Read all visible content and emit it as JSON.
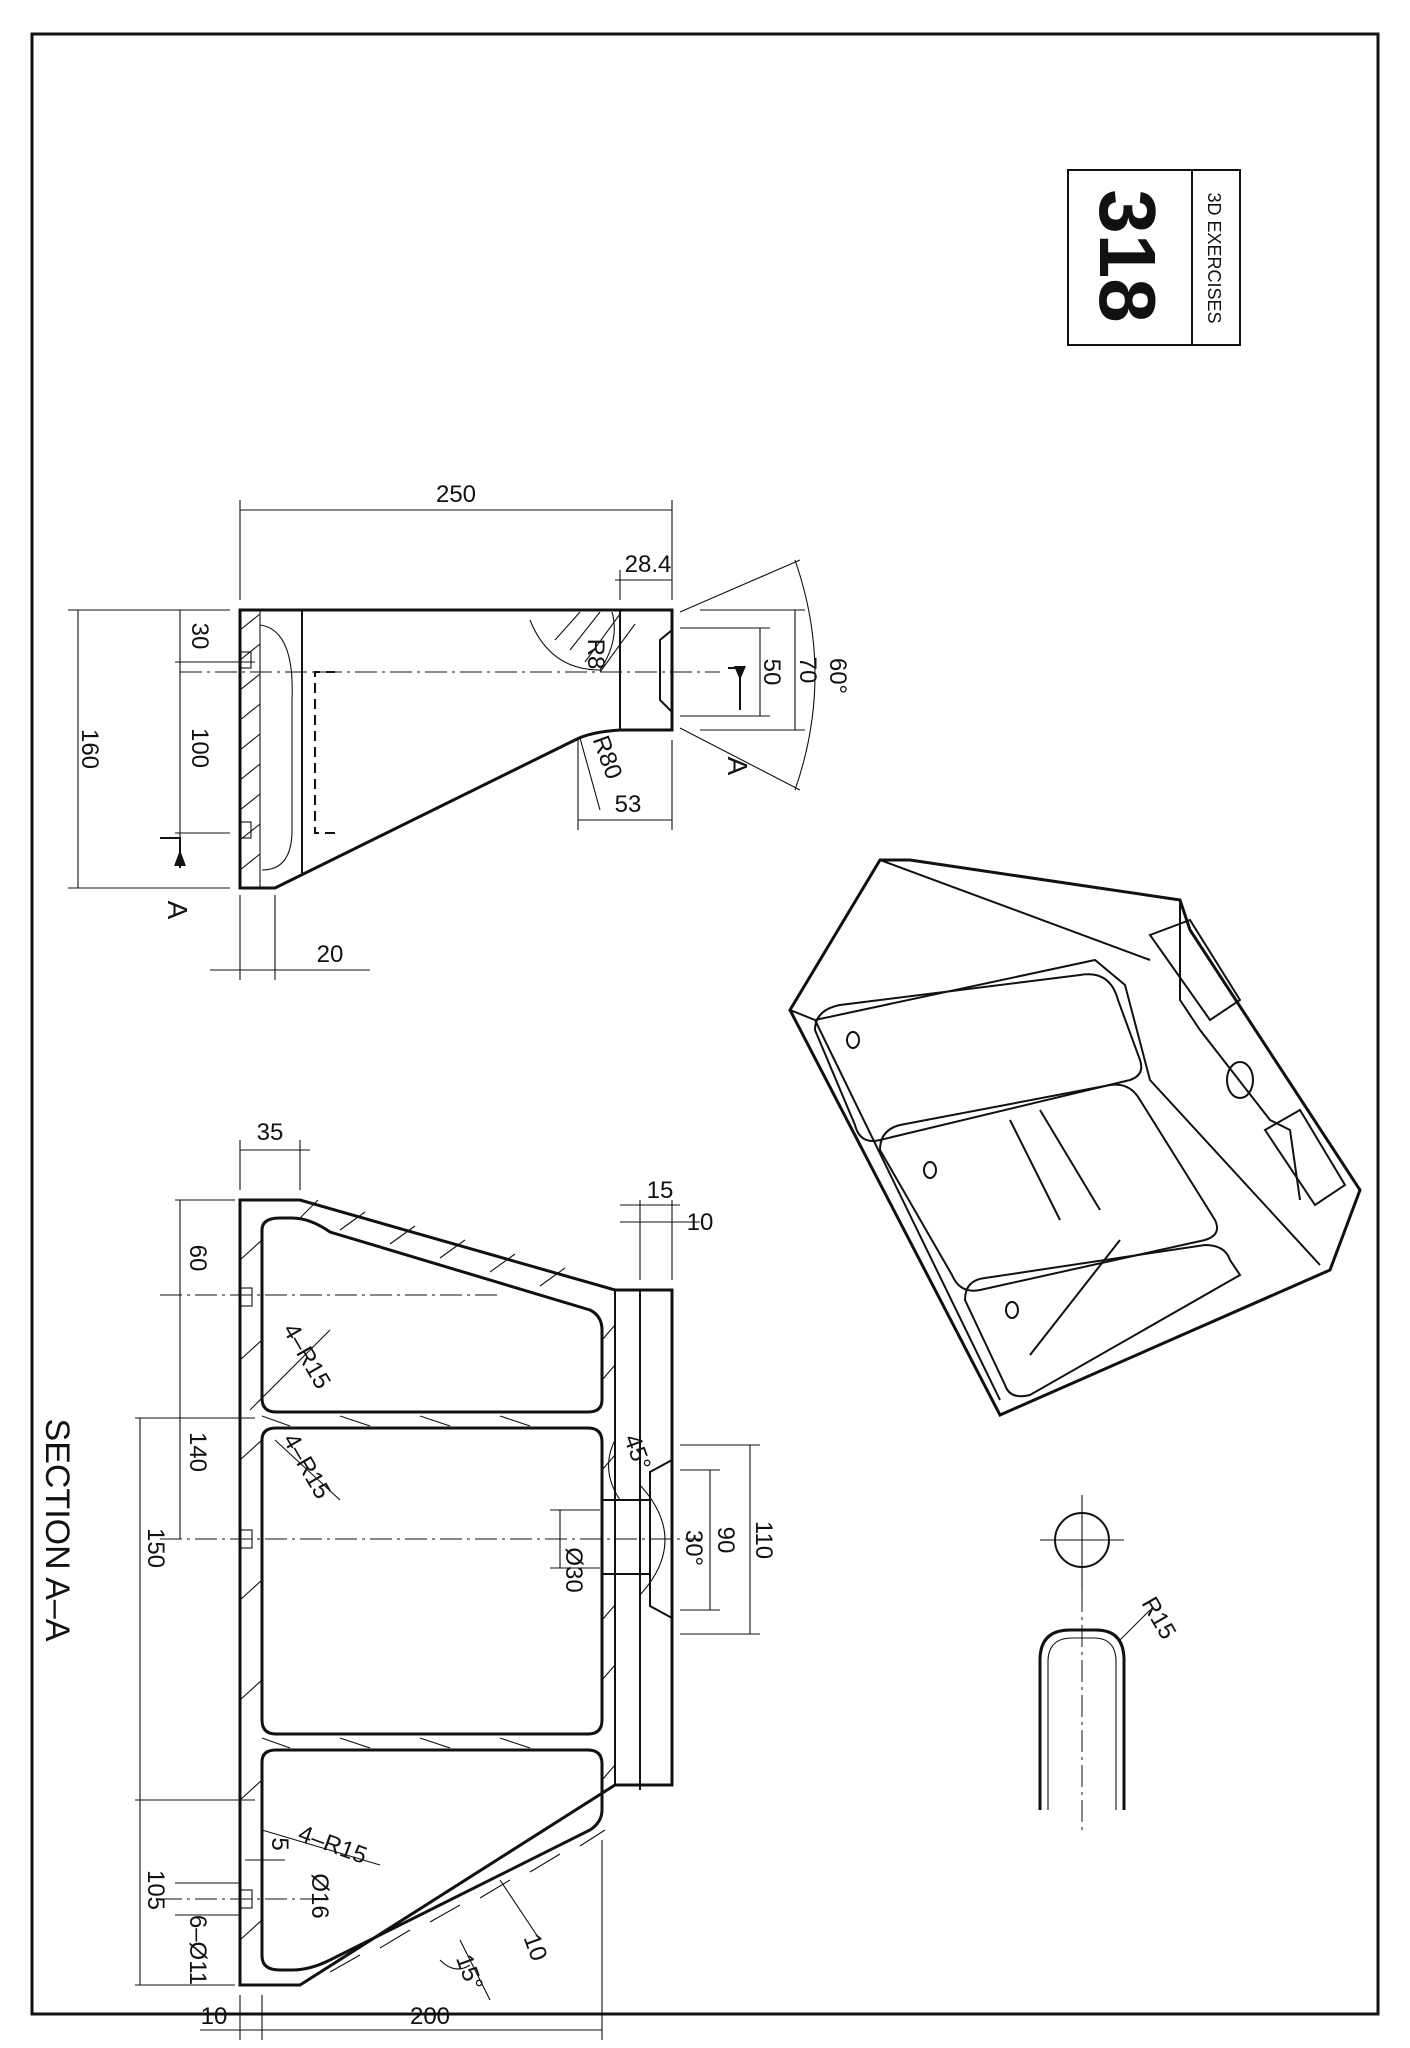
{
  "title_block": {
    "number": "318",
    "caption": "3D EXERCISES"
  },
  "top_view": {
    "dims": {
      "d250": "250",
      "d28_4": "28.4",
      "d30": "30",
      "d100": "100",
      "d160": "160",
      "d50": "50",
      "d70": "70",
      "d60deg": "60°",
      "r8": "R8",
      "r80": "R80",
      "d53": "53",
      "d20": "20"
    },
    "section_marks": [
      "A",
      "A"
    ]
  },
  "section_view": {
    "title": "SECTION A–A",
    "dims": {
      "d35": "35",
      "d15": "15",
      "d10_top": "10",
      "d60": "60",
      "r_group_a": "4–R15",
      "r_group_a2": "4–R15",
      "d45deg": "45°",
      "d140": "140",
      "d150": "150",
      "d30deg": "30°",
      "d90": "90",
      "d110": "110",
      "phi30": "Ø30",
      "d5": "5",
      "r_group_b": "4–R15",
      "phi16": "Ø16",
      "d105": "105",
      "holes": "6–Ø11",
      "d15deg": "15°",
      "d10_wall": "10",
      "d10_bottom": "10",
      "d200": "200"
    }
  },
  "slot_detail": {
    "r15": "R15"
  }
}
